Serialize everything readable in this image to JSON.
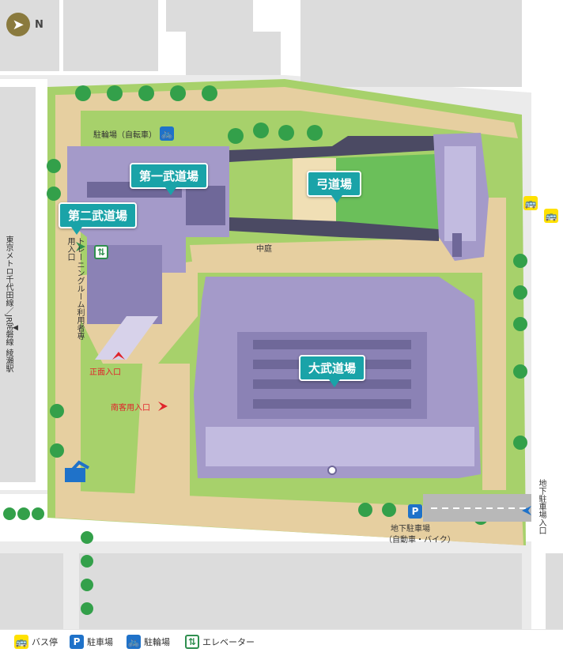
{
  "compass": {
    "label": "N",
    "icon": "north-arrow-icon"
  },
  "buildings": {
    "first_dojo": "第一武道場",
    "second_dojo": "第二武道場",
    "kyudojo": "弓道場",
    "main_dojo": "大武道場"
  },
  "labels": {
    "bicycle_parking": "駐輪場（自転車）",
    "courtyard": "中庭",
    "main_entrance": "正面入口",
    "south_entrance": "南客用入口",
    "training_entrance": "トレーニングルーム利用者専用入口",
    "station": "東京メトロ千代田線／JR常磐線 綾瀬駅",
    "station_arrow": "◀",
    "underground_parking": "地下駐車場",
    "underground_parking_sub": "（自動車・バイク）",
    "underground_parking_entrance": "地下駐車場入口"
  },
  "legend": [
    {
      "icon": "bus-stop-icon",
      "symbol": "🚌",
      "label": "バス停"
    },
    {
      "icon": "parking-icon",
      "symbol": "P",
      "label": "駐車場"
    },
    {
      "icon": "bicycle-icon",
      "symbol": "🚲",
      "label": "駐輪場"
    },
    {
      "icon": "elevator-icon",
      "symbol": "⇅",
      "label": "エレベーター"
    }
  ],
  "colors": {
    "road": "#dcdcdc",
    "lawn": "#a7d16b",
    "path": "#e6cfa0",
    "building": "#a49ac9",
    "building_dark": "#6f6899",
    "callout": "#1aa3a8",
    "entrance_red": "#e0242b"
  }
}
